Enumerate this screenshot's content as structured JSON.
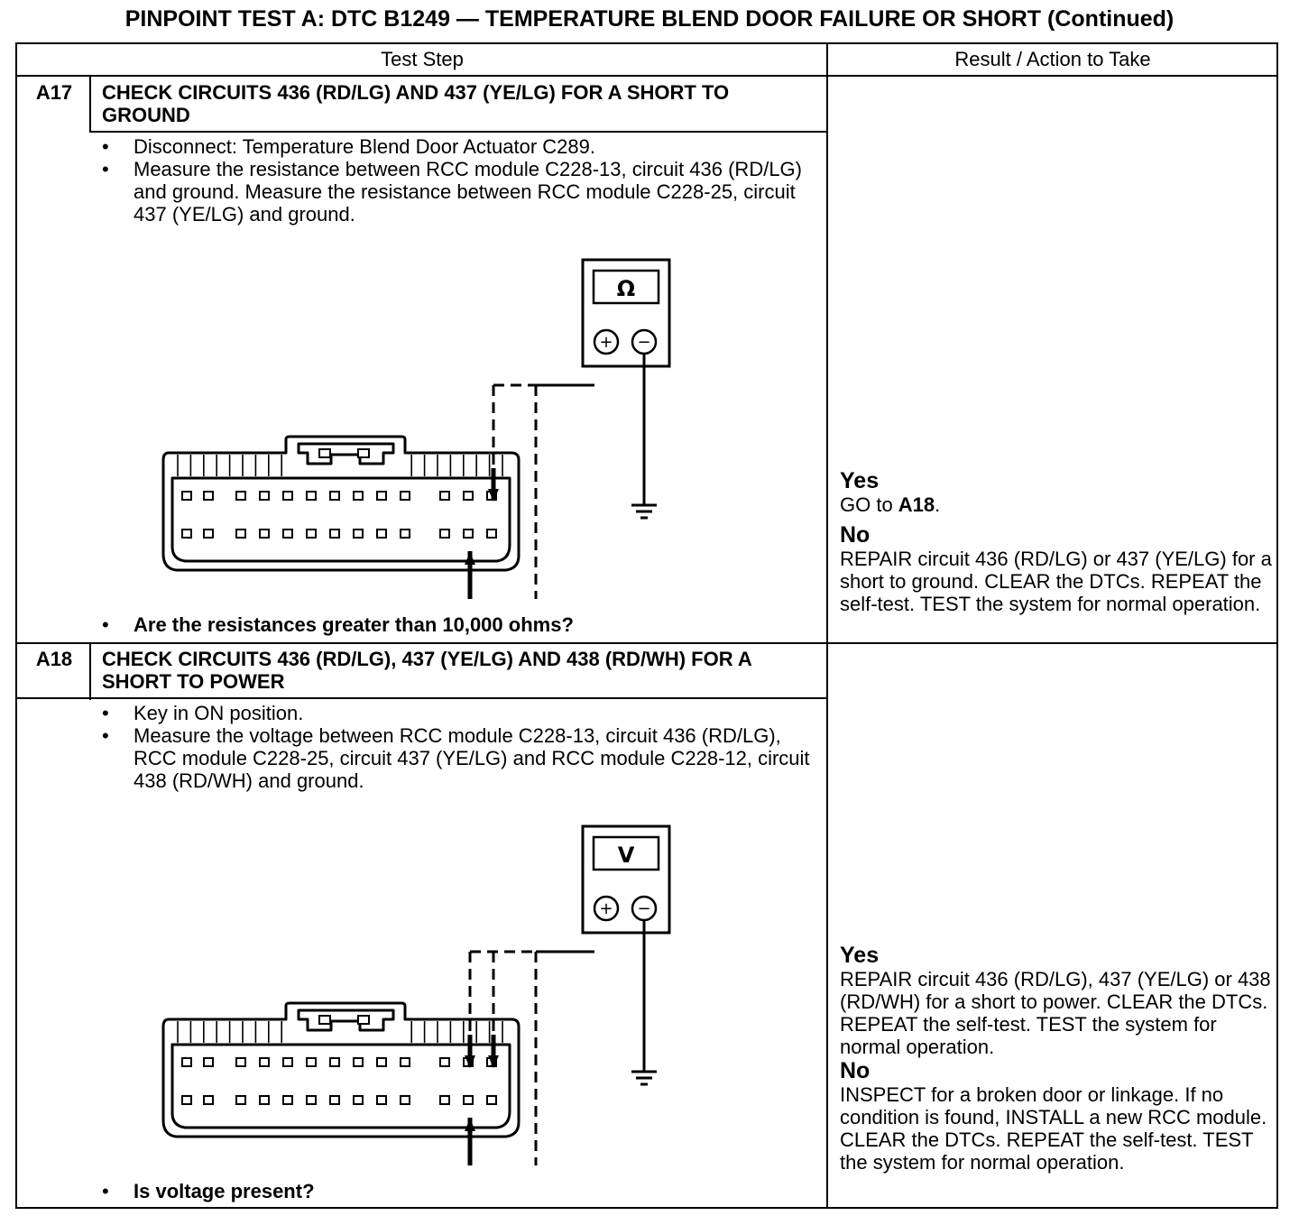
{
  "title": "PINPOINT TEST  A: DTC B1249 — TEMPERATURE BLEND DOOR FAILURE OR SHORT (Continued)",
  "headers": {
    "test_step": "Test Step",
    "result": "Result / Action to Take"
  },
  "steps": [
    {
      "id": "A17",
      "title": "CHECK CIRCUITS 436 (RD/LG) AND 437 (YE/LG) FOR A SHORT TO GROUND",
      "bullets": [
        "Disconnect: Temperature Blend Door Actuator C289.",
        "Measure the resistance between RCC module C228-13, circuit 436 (RD/LG) and ground. Measure the resistance between RCC module C228-25, circuit 437 (YE/LG) and ground."
      ],
      "figure": {
        "id": "N0028475",
        "meter_symbol": "Ω",
        "plus": "+",
        "minus": "−"
      },
      "question": "Are the resistances greater than 10,000 ohms?",
      "yes_label": "Yes",
      "yes_text_prefix": "GO to ",
      "yes_text_bold": "A18",
      "yes_text_suffix": ".",
      "no_label": "No",
      "no_text": "REPAIR circuit 436 (RD/LG) or 437 (YE/LG) for a short to ground. CLEAR the DTCs. REPEAT the self-test. TEST the system for normal operation."
    },
    {
      "id": "A18",
      "title": " CHECK CIRCUITS 436 (RD/LG), 437 (YE/LG) AND 438 (RD/WH) FOR A SHORT TO POWER",
      "bullets": [
        "Key in ON position.",
        "Measure the voltage between RCC module C228-13, circuit 436 (RD/LG), RCC module C228-25, circuit 437 (YE/LG) and RCC module C228-12, circuit 438 (RD/WH)  and ground."
      ],
      "figure": {
        "id": "N0028476",
        "meter_symbol": "V",
        "plus": "+",
        "minus": "−"
      },
      "question": "Is voltage present?",
      "yes_label": "Yes",
      "yes_text": "REPAIR circuit 436 (RD/LG), 437 (YE/LG) or 438 (RD/WH) for a short to power. CLEAR the DTCs. REPEAT the self-test. TEST the system for normal operation.",
      "no_label": "No",
      "no_text": "INSPECT for a broken door or linkage. If no condition is found, INSTALL a new RCC module.  CLEAR the DTCs. REPEAT the self-test. TEST the system for normal  operation."
    }
  ]
}
